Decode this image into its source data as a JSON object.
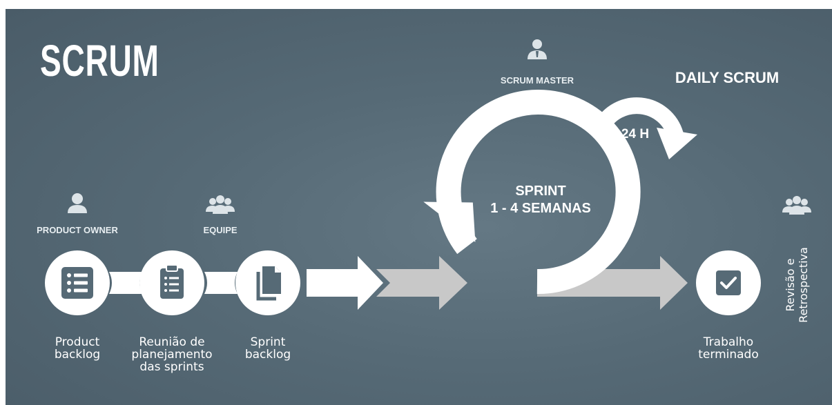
{
  "title": "SCRUM",
  "roles": {
    "product_owner": "PRODUCT OWNER",
    "team": "EQUIPE",
    "scrum_master": "SCRUM MASTER"
  },
  "cycle": {
    "daily_scrum": "DAILY SCRUM",
    "daily_period": "24 H",
    "sprint_line1": "SPRINT",
    "sprint_line2": "1 - 4 SEMANAS"
  },
  "steps": {
    "product_backlog": "Product\nbacklog",
    "planning": "Reunião de\nplanejamento\ndas sprints",
    "sprint_backlog": "Sprint\nbacklog",
    "done": "Trabalho\nterminado",
    "review": "Revisão e\nRetrospectiva"
  },
  "icons": {
    "product_owner": "person-icon",
    "team": "team-icon",
    "scrum_master": "scrum-master-icon",
    "review_team": "team-icon",
    "product_backlog": "list-icon",
    "planning": "clipboard-icon",
    "sprint_backlog": "documents-icon",
    "done": "checkbox-icon"
  },
  "colors": {
    "background": "#566a76",
    "white": "#ffffff",
    "gray_arrow": "#c8c8c8",
    "icon_dark": "#566a76"
  }
}
